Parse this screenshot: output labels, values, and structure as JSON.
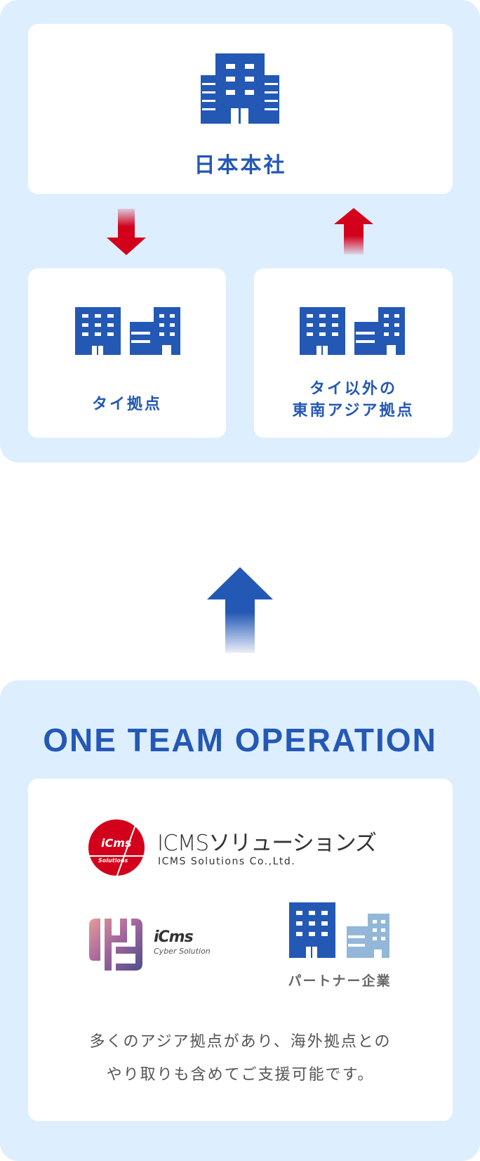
{
  "hq": {
    "label": "日本本社"
  },
  "thai": {
    "label": "タイ拠点"
  },
  "sea": {
    "line1": "タイ以外の",
    "line2": "東南アジア拠点"
  },
  "operation": {
    "title": "ONE TEAM OPERATION",
    "icms": {
      "name_main": "ICMSソリューションズ",
      "name_sub": "ICMS Solutions Co.,Ltd.",
      "logo_text": "iCms",
      "logo_sub": "Solutions"
    },
    "cyber": {
      "logo_text": "iCms",
      "logo_sub": "Cyber Solution"
    },
    "partner": {
      "label": "パートナー企業"
    },
    "description": {
      "line1": "多くのアジア拠点があり、海外拠点との",
      "line2": "やり取りも含めてご支援可能です。"
    }
  },
  "colors": {
    "blue": "#2458b5",
    "red": "#d3001b",
    "panel": "#ddeeff",
    "light_blue": "#93b7d9"
  }
}
